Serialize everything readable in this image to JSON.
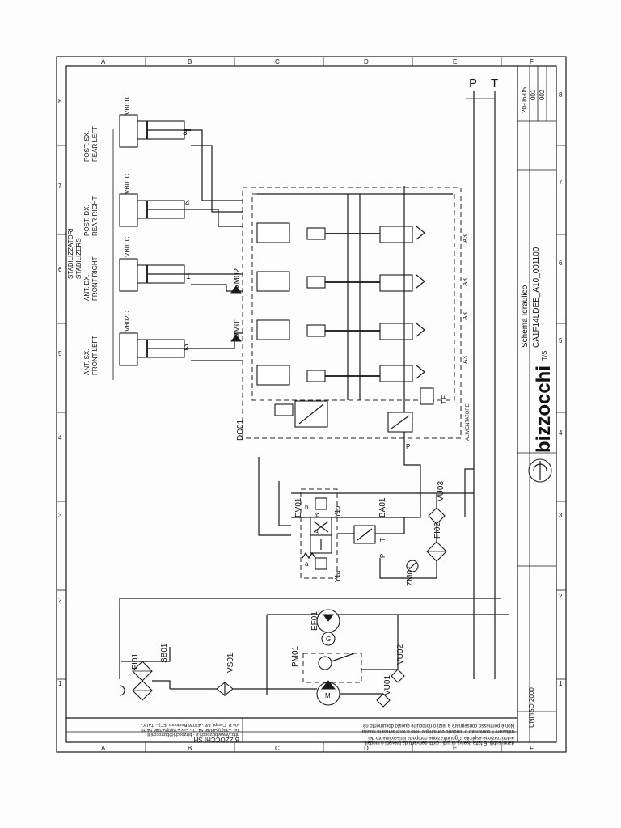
{
  "frame": {
    "grid_numbers": [
      "8",
      "7",
      "6",
      "5",
      "4",
      "3",
      "2",
      "1"
    ],
    "grid_letters": [
      "A",
      "B",
      "C",
      "D",
      "E",
      "F"
    ]
  },
  "supply_lines": {
    "p": "P",
    "t": "T"
  },
  "stabilizers": {
    "title_it": "STABILIZZATORI",
    "title_en": "STABILIZERS",
    "legs": [
      {
        "valve": "VB01C",
        "num": "3",
        "it": "POST. SX.",
        "en": "REAR LEFT"
      },
      {
        "valve": "VB01C",
        "num": "4",
        "it": "POST. DX.",
        "en": "REAR RIGHT"
      },
      {
        "valve": "VB01C",
        "num": "1",
        "it": "ANT. DX.",
        "en": "FRONT RIGHT"
      },
      {
        "valve": "VB02C",
        "num": "2",
        "it": "ANT. SX.",
        "en": "FRONT LEFT"
      }
    ]
  },
  "components": {
    "vm02": "VM02",
    "vm01": "VM01",
    "do01": "DO01",
    "ev01": "EV01",
    "ba01": "BA01",
    "y1a": "Y1a",
    "y1b": "Y1b",
    "vu03": "VU03",
    "fi02": "FI02",
    "zm01": "ZM01",
    "ef01": "EF01",
    "pm01": "PM01",
    "vu01": "VU01",
    "vu02": "VU02",
    "vs01": "VS01",
    "fi01": "FI01",
    "sb01": "SB01"
  },
  "block_labels": {
    "a3_1": "A3",
    "a3_2": "A3",
    "a3_3": "A3",
    "a3_4": "A3",
    "tf": "T.F.",
    "alim": "ALIMENTATORE",
    "port_p": "P",
    "port_t": "T",
    "port_a": "A",
    "port_b": "B",
    "port_a_low": "a",
    "port_b_low": "b",
    "port_p2": "P",
    "motor_m": "M",
    "ef_g": "G"
  },
  "title_block": {
    "doc_title": "Schema Idraulico",
    "doc_code": "CA1F14LDEE_A10_001100",
    "company": "bizzocchi",
    "company_suffix": "T/S",
    "date": "20-06-05",
    "rev1": "001",
    "rev2": "002",
    "norm": "UNI/ISO 2000"
  },
  "legal": {
    "line1": "Non è permesso consegnare a terzi o riprodurre questo documento né",
    "line2": "utilizzare il contenuto o renderlo comunque noto a terzi senza la nostra",
    "line3": "autorizzazione esplicita. Ogni infrazione comporta il risarcimento dei",
    "line4": "danni subiti. È fatta riserva di tutti i diritti derivanti da brevetti o modelli."
  },
  "company_block": {
    "name": "BIZZOCCHI SH",
    "addr": "Via R. Crespi, 6/8 - 47026 Bertinoro (FC) - ITALY -",
    "tel": "Tel. +39(0)543/46 54 11 - Fax +39(0)543/46 54 39",
    "web": "http://www.bizzocchi.it - bizzocchi@bizzocchi.it"
  }
}
